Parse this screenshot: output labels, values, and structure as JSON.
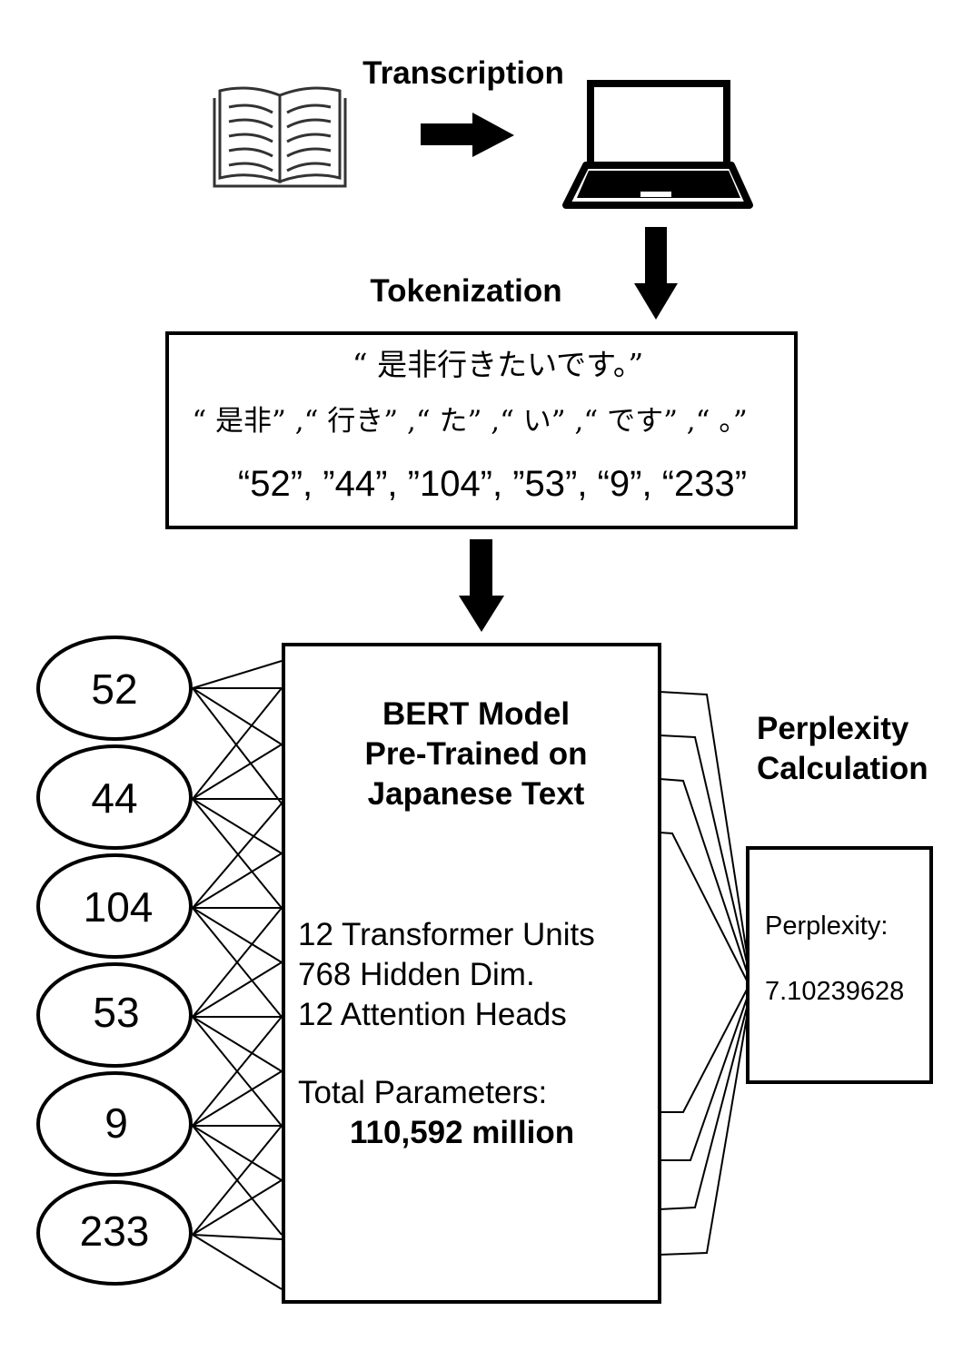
{
  "labels": {
    "transcription": "Transcription",
    "tokenization": "Tokenization",
    "perplexity_calc_line1": "Perplexity",
    "perplexity_calc_line2": "Calculation"
  },
  "token_box": {
    "sentence": "“ 是非行きたいです。”",
    "tokens": "“ 是非” ,“ 行き” ,“ た” ,“ い” ,“ です” ,“ 。”",
    "ids": "“52”, ”44”, ”104”, ”53”, “9”, “233”"
  },
  "input_nodes": [
    "52",
    "44",
    "104",
    "53",
    "9",
    "233"
  ],
  "model_box": {
    "title_lines": [
      "BERT Model",
      "Pre-Trained on",
      "Japanese Text"
    ],
    "spec_lines": [
      "12 Transformer Units",
      "768 Hidden Dim.",
      "12 Attention Heads"
    ],
    "params_label": "Total Parameters:",
    "params_value": "110,592 million"
  },
  "result_box": {
    "label": "Perplexity:",
    "value": "7.10239628"
  },
  "icons": [
    "open-book-icon",
    "right-arrow-icon",
    "laptop-icon",
    "down-arrow-icon"
  ]
}
